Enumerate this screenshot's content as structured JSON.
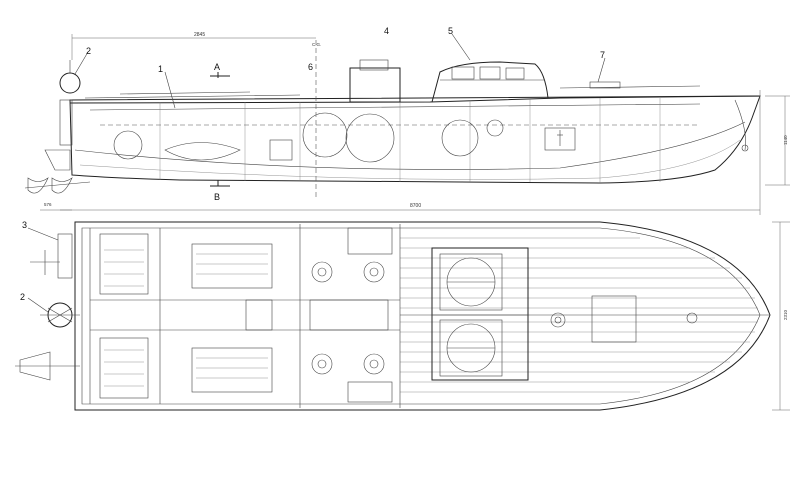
{
  "callouts": {
    "c1": "1",
    "c2_top": "2",
    "c2_plan": "2",
    "c3": "3",
    "c4": "4",
    "c5": "5",
    "c6": "6",
    "c7": "7"
  },
  "section_marks": {
    "a": "A",
    "b": "B"
  },
  "dimensions": {
    "top_span": "2845",
    "overall_length": "8700",
    "transom": "576",
    "height": "1140",
    "beam": "2310",
    "cg_mark": "C.G."
  },
  "colors": {
    "line": "#222222",
    "background": "#ffffff"
  }
}
